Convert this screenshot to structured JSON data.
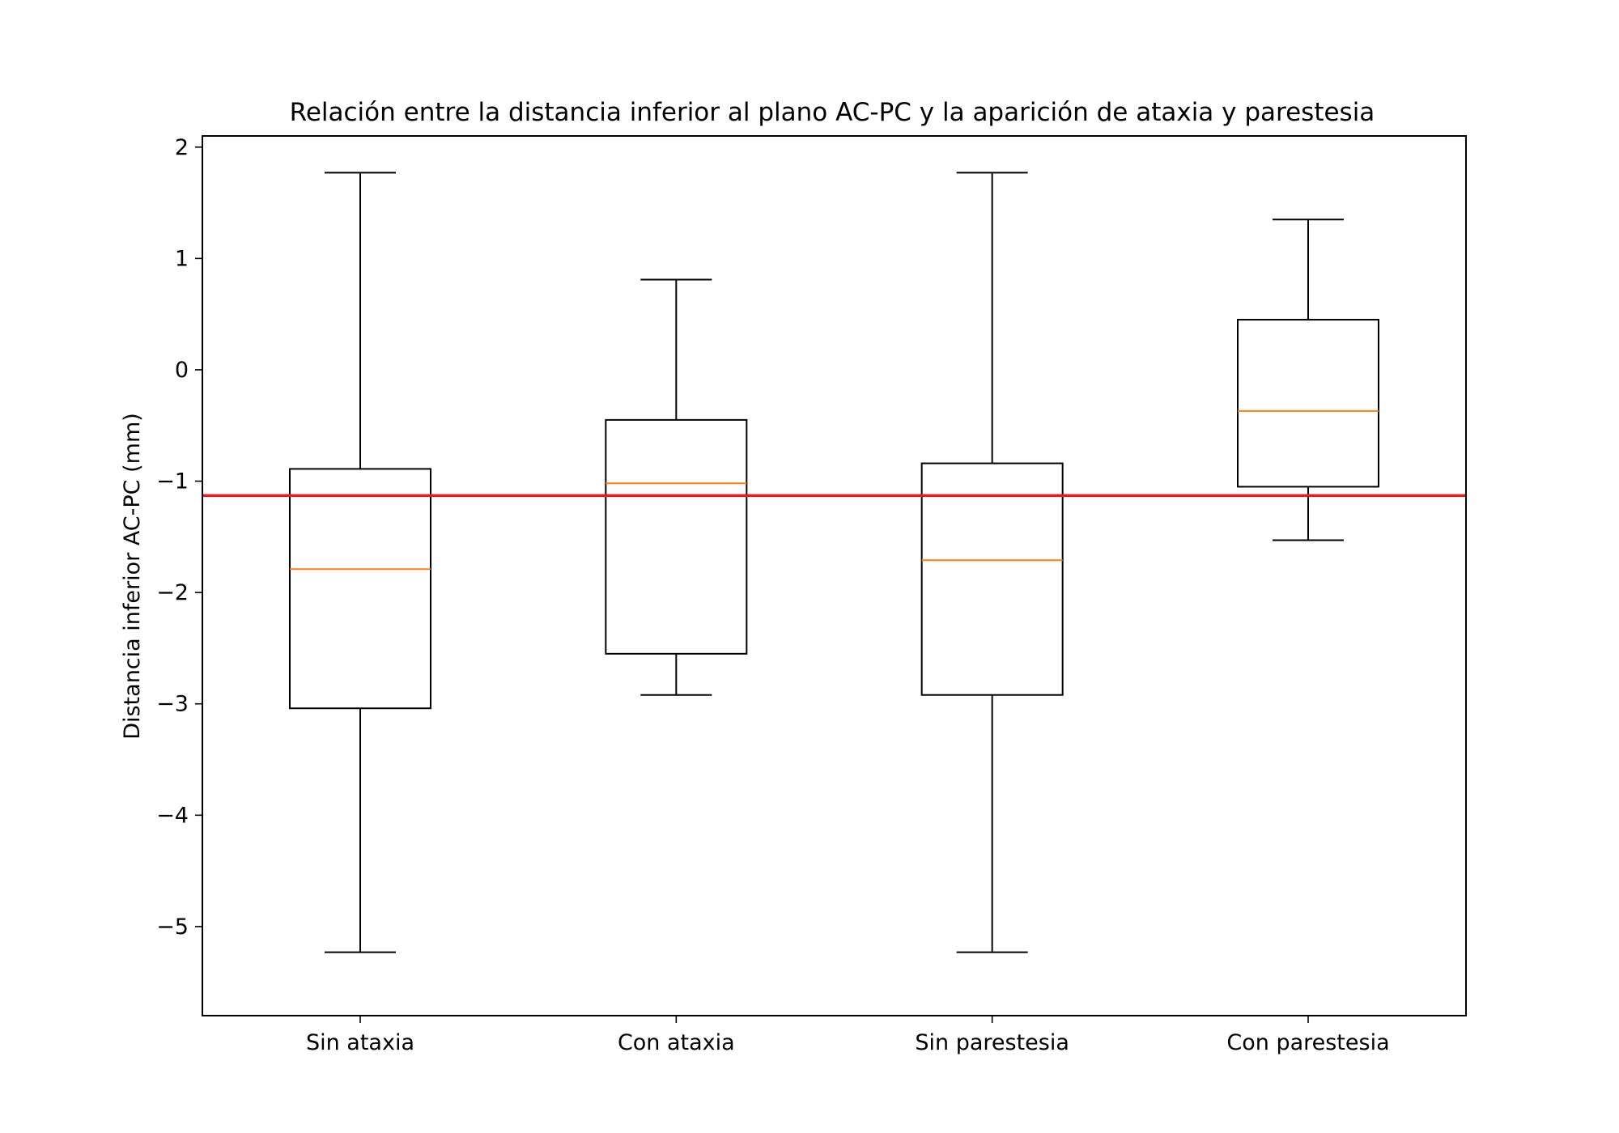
{
  "chart_data": {
    "type": "box",
    "title": "Relación entre la distancia inferior al plano AC-PC y la aparición de ataxia y parestesia",
    "xlabel": "",
    "ylabel": "Distancia inferior AC-PC (mm)",
    "ylim": [
      -5.8,
      2.1
    ],
    "yticks": [
      2,
      1,
      0,
      -1,
      -2,
      -3,
      -4,
      -5
    ],
    "ytick_labels": [
      "2",
      "1",
      "0",
      "−1",
      "−2",
      "−3",
      "−4",
      "−5"
    ],
    "categories": [
      "Sin ataxia",
      "Con ataxia",
      "Sin parestesia",
      "Con parestesia"
    ],
    "boxes": [
      {
        "whisker_low": -5.23,
        "q1": -3.04,
        "median": -1.79,
        "q3": -0.89,
        "whisker_high": 1.77
      },
      {
        "whisker_low": -2.92,
        "q1": -2.55,
        "median": -1.02,
        "q3": -0.45,
        "whisker_high": 0.81
      },
      {
        "whisker_low": -5.23,
        "q1": -2.92,
        "median": -1.71,
        "q3": -0.84,
        "whisker_high": 1.77
      },
      {
        "whisker_low": -1.53,
        "q1": -1.05,
        "median": -0.37,
        "q3": 0.45,
        "whisker_high": 1.35
      }
    ],
    "reference_line": {
      "y": -1.13
    },
    "grid": false,
    "colors": {
      "box": "#000000",
      "median": "#ff7f0e",
      "reference": "#e41a1c"
    }
  }
}
